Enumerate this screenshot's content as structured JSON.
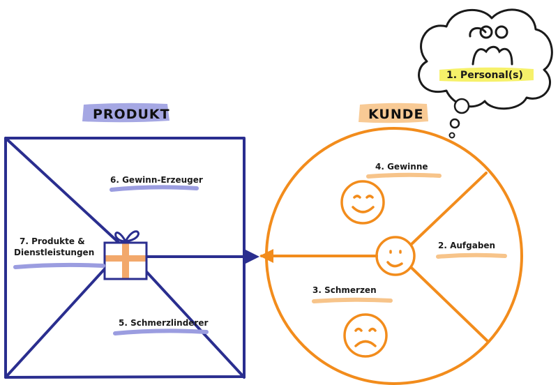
{
  "colors": {
    "produkt": "#2a2e8f",
    "kunde": "#f28c1c",
    "produkt_highlight": "#9b9de0",
    "kunde_highlight": "#f7c48a",
    "persona_highlight": "#f5f05a",
    "gift_ribbon": "#f2a86b",
    "ink": "#1a1a1a"
  },
  "produkt": {
    "title": "PRODUKT",
    "label_produkte_line1": "7. Produkte &",
    "label_produkte_line2": "Dienstleistungen",
    "label_gewinn_erzeuger": "6. Gewinn-Erzeuger",
    "label_schmerzlinderer": "5. Schmerzlinderer"
  },
  "kunde": {
    "title": "KUNDE",
    "label_gewinne": "4. Gewinne",
    "label_aufgaben": "2. Aufgaben",
    "label_schmerzen": "3. Schmerzen"
  },
  "persona": {
    "label": "1. Personal(s)"
  },
  "icons": {
    "gift": "gift-icon",
    "happy_face": "happy-face-icon",
    "sad_face": "sad-face-icon",
    "customer_face": "customer-face-icon",
    "persona_people": "people-icon",
    "thought_cloud": "thought-cloud-icon"
  }
}
